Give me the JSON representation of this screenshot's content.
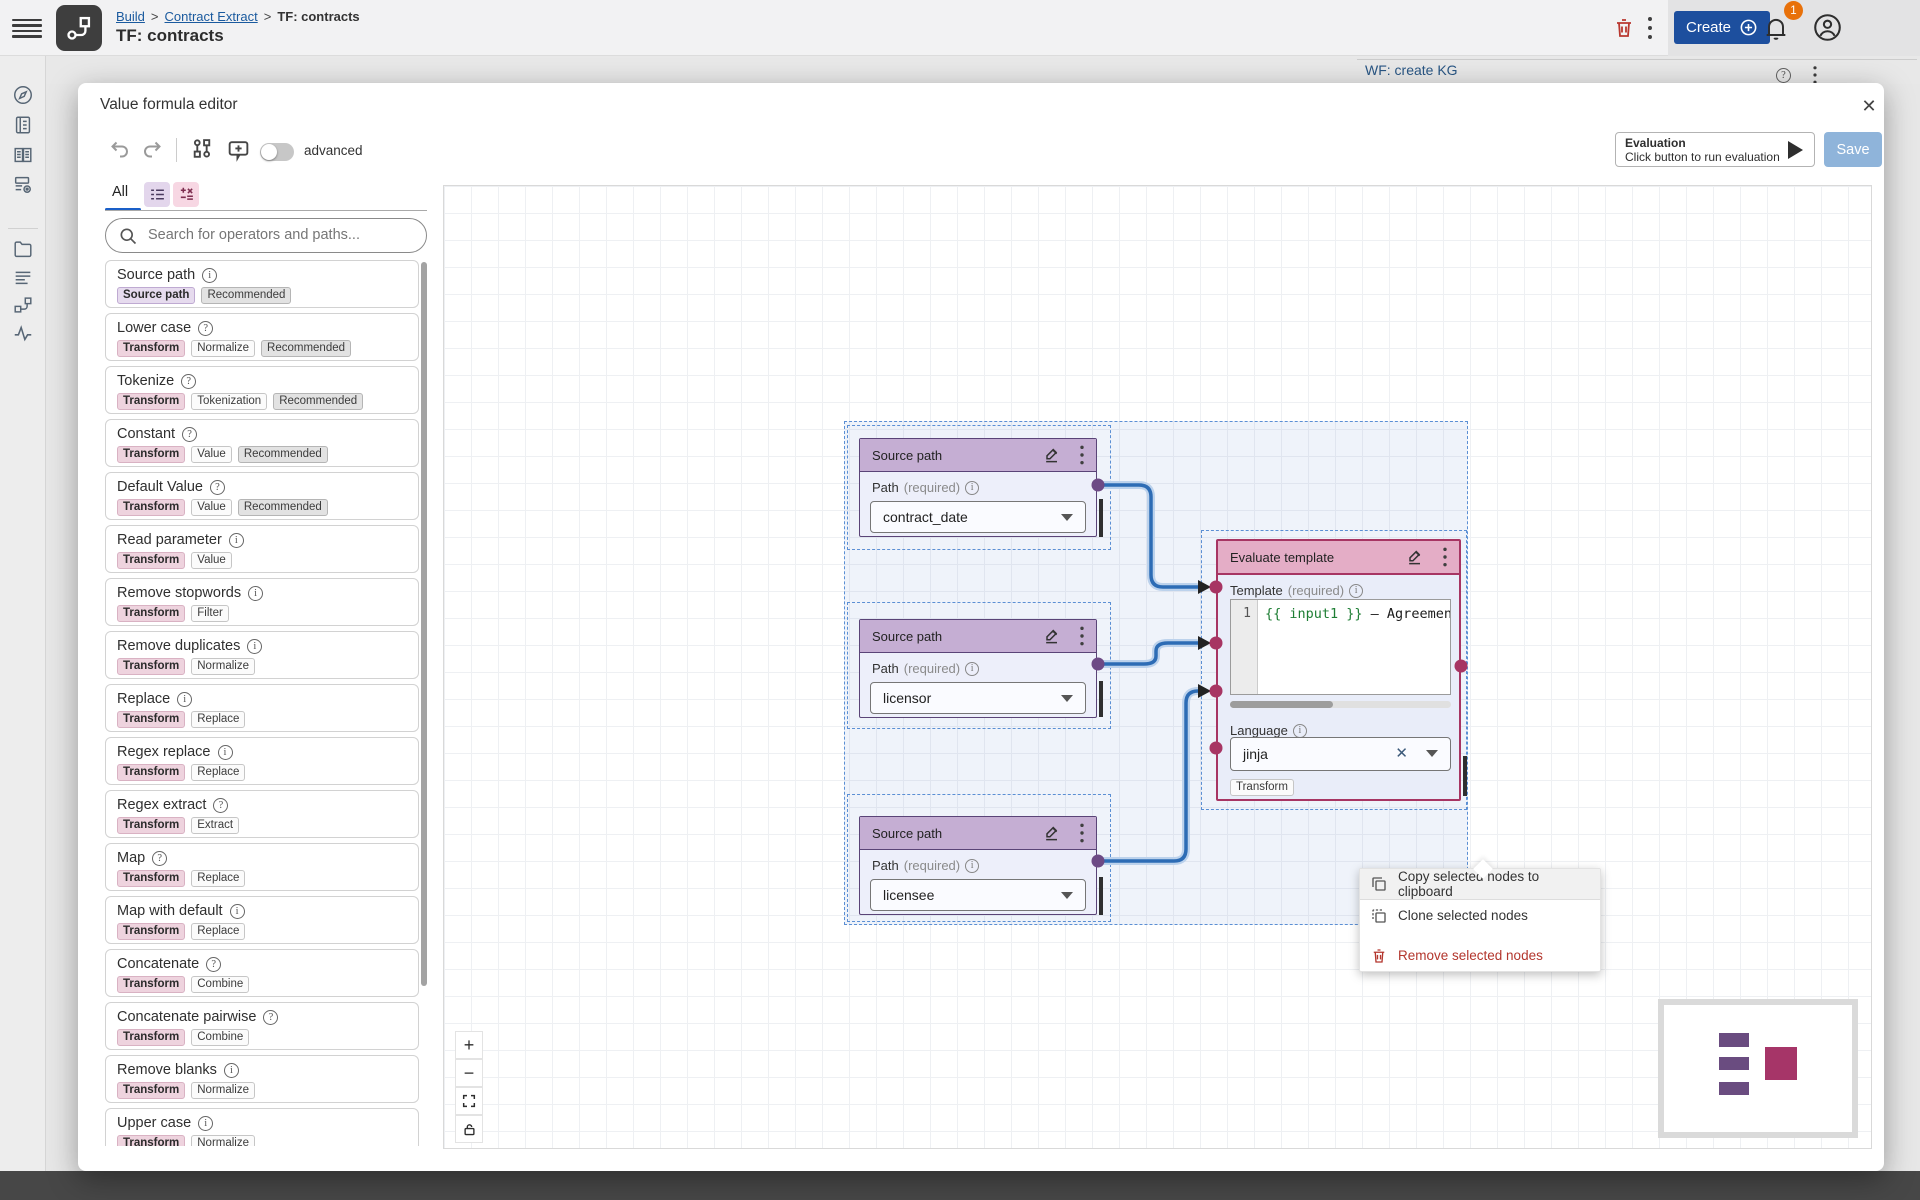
{
  "header": {
    "breadcrumbs": [
      "Build",
      "Contract Extract",
      "TF: contracts"
    ],
    "separator": ">",
    "title": "TF: contracts",
    "create_label": "Create",
    "notification_count": "1"
  },
  "background_page": {
    "wf_panel_title": "WF: create KG"
  },
  "modal": {
    "title": "Value formula editor",
    "toolbar": {
      "advanced_label": "advanced"
    },
    "evaluation": {
      "title": "Evaluation",
      "subtitle": "Click button to run evaluation"
    },
    "save_label": "Save",
    "panel": {
      "tab_all_label": "All",
      "search_placeholder": "Search for operators and paths...",
      "operators": [
        {
          "name": "Source path",
          "help": "info",
          "chips": [
            {
              "label": "Source path",
              "type": "source"
            },
            {
              "label": "Recommended",
              "type": "recommended"
            }
          ]
        },
        {
          "name": "Lower case",
          "help": "question",
          "chips": [
            {
              "label": "Transform",
              "type": "transform"
            },
            {
              "label": "Normalize",
              "type": "category"
            },
            {
              "label": "Recommended",
              "type": "recommended"
            }
          ]
        },
        {
          "name": "Tokenize",
          "help": "question",
          "chips": [
            {
              "label": "Transform",
              "type": "transform"
            },
            {
              "label": "Tokenization",
              "type": "category"
            },
            {
              "label": "Recommended",
              "type": "recommended"
            }
          ]
        },
        {
          "name": "Constant",
          "help": "question",
          "chips": [
            {
              "label": "Transform",
              "type": "transform"
            },
            {
              "label": "Value",
              "type": "category"
            },
            {
              "label": "Recommended",
              "type": "recommended"
            }
          ]
        },
        {
          "name": "Default Value",
          "help": "question",
          "chips": [
            {
              "label": "Transform",
              "type": "transform"
            },
            {
              "label": "Value",
              "type": "category"
            },
            {
              "label": "Recommended",
              "type": "recommended"
            }
          ]
        },
        {
          "name": "Read parameter",
          "help": "info",
          "chips": [
            {
              "label": "Transform",
              "type": "transform"
            },
            {
              "label": "Value",
              "type": "category"
            }
          ]
        },
        {
          "name": "Remove stopwords",
          "help": "info",
          "chips": [
            {
              "label": "Transform",
              "type": "transform"
            },
            {
              "label": "Filter",
              "type": "category"
            }
          ]
        },
        {
          "name": "Remove duplicates",
          "help": "info",
          "chips": [
            {
              "label": "Transform",
              "type": "transform"
            },
            {
              "label": "Normalize",
              "type": "category"
            }
          ]
        },
        {
          "name": "Replace",
          "help": "info",
          "chips": [
            {
              "label": "Transform",
              "type": "transform"
            },
            {
              "label": "Replace",
              "type": "category"
            }
          ]
        },
        {
          "name": "Regex replace",
          "help": "info",
          "chips": [
            {
              "label": "Transform",
              "type": "transform"
            },
            {
              "label": "Replace",
              "type": "category"
            }
          ]
        },
        {
          "name": "Regex extract",
          "help": "question",
          "chips": [
            {
              "label": "Transform",
              "type": "transform"
            },
            {
              "label": "Extract",
              "type": "category"
            }
          ]
        },
        {
          "name": "Map",
          "help": "question",
          "chips": [
            {
              "label": "Transform",
              "type": "transform"
            },
            {
              "label": "Replace",
              "type": "category"
            }
          ]
        },
        {
          "name": "Map with default",
          "help": "info",
          "chips": [
            {
              "label": "Transform",
              "type": "transform"
            },
            {
              "label": "Replace",
              "type": "category"
            }
          ]
        },
        {
          "name": "Concatenate",
          "help": "question",
          "chips": [
            {
              "label": "Transform",
              "type": "transform"
            },
            {
              "label": "Combine",
              "type": "category"
            }
          ]
        },
        {
          "name": "Concatenate pairwise",
          "help": "question",
          "chips": [
            {
              "label": "Transform",
              "type": "transform"
            },
            {
              "label": "Combine",
              "type": "category"
            }
          ]
        },
        {
          "name": "Remove blanks",
          "help": "info",
          "chips": [
            {
              "label": "Transform",
              "type": "transform"
            },
            {
              "label": "Normalize",
              "type": "category"
            }
          ]
        },
        {
          "name": "Upper case",
          "help": "info",
          "chips": [
            {
              "label": "Transform",
              "type": "transform"
            },
            {
              "label": "Normalize",
              "type": "category"
            }
          ]
        }
      ]
    },
    "canvas": {
      "source_nodes": [
        {
          "title": "Source path",
          "field_label": "Path",
          "required_label": "(required)",
          "value": "contract_date"
        },
        {
          "title": "Source path",
          "field_label": "Path",
          "required_label": "(required)",
          "value": "licensor"
        },
        {
          "title": "Source path",
          "field_label": "Path",
          "required_label": "(required)",
          "value": "licensee"
        }
      ],
      "evaluate_node": {
        "title": "Evaluate template",
        "template_label": "Template",
        "required_label": "(required)",
        "line_number": "1",
        "code_highlight": "{{ input1 }}",
        "code_rest": " — Agreement bet",
        "language_label": "Language",
        "language_value": "jinja",
        "tag": "Transform"
      },
      "context_menu": {
        "items": [
          {
            "label": "Copy selected nodes to clipboard"
          },
          {
            "label": "Clone selected nodes"
          },
          {
            "label": "Remove selected nodes"
          }
        ]
      },
      "controls": {
        "zoom_in": "+",
        "zoom_out": "−"
      }
    }
  },
  "colors": {
    "accent_blue": "#1d4f9e",
    "link_blue": "#1a5a9e",
    "connection_blue": "#2d6cb5",
    "node_purple_border": "#5a4477",
    "node_purple_header": "#c5aed3",
    "node_magenta_border": "#a73563",
    "node_pink_header": "#e4adc6",
    "danger_red": "#b3362d",
    "badge_orange": "#e8710a"
  }
}
